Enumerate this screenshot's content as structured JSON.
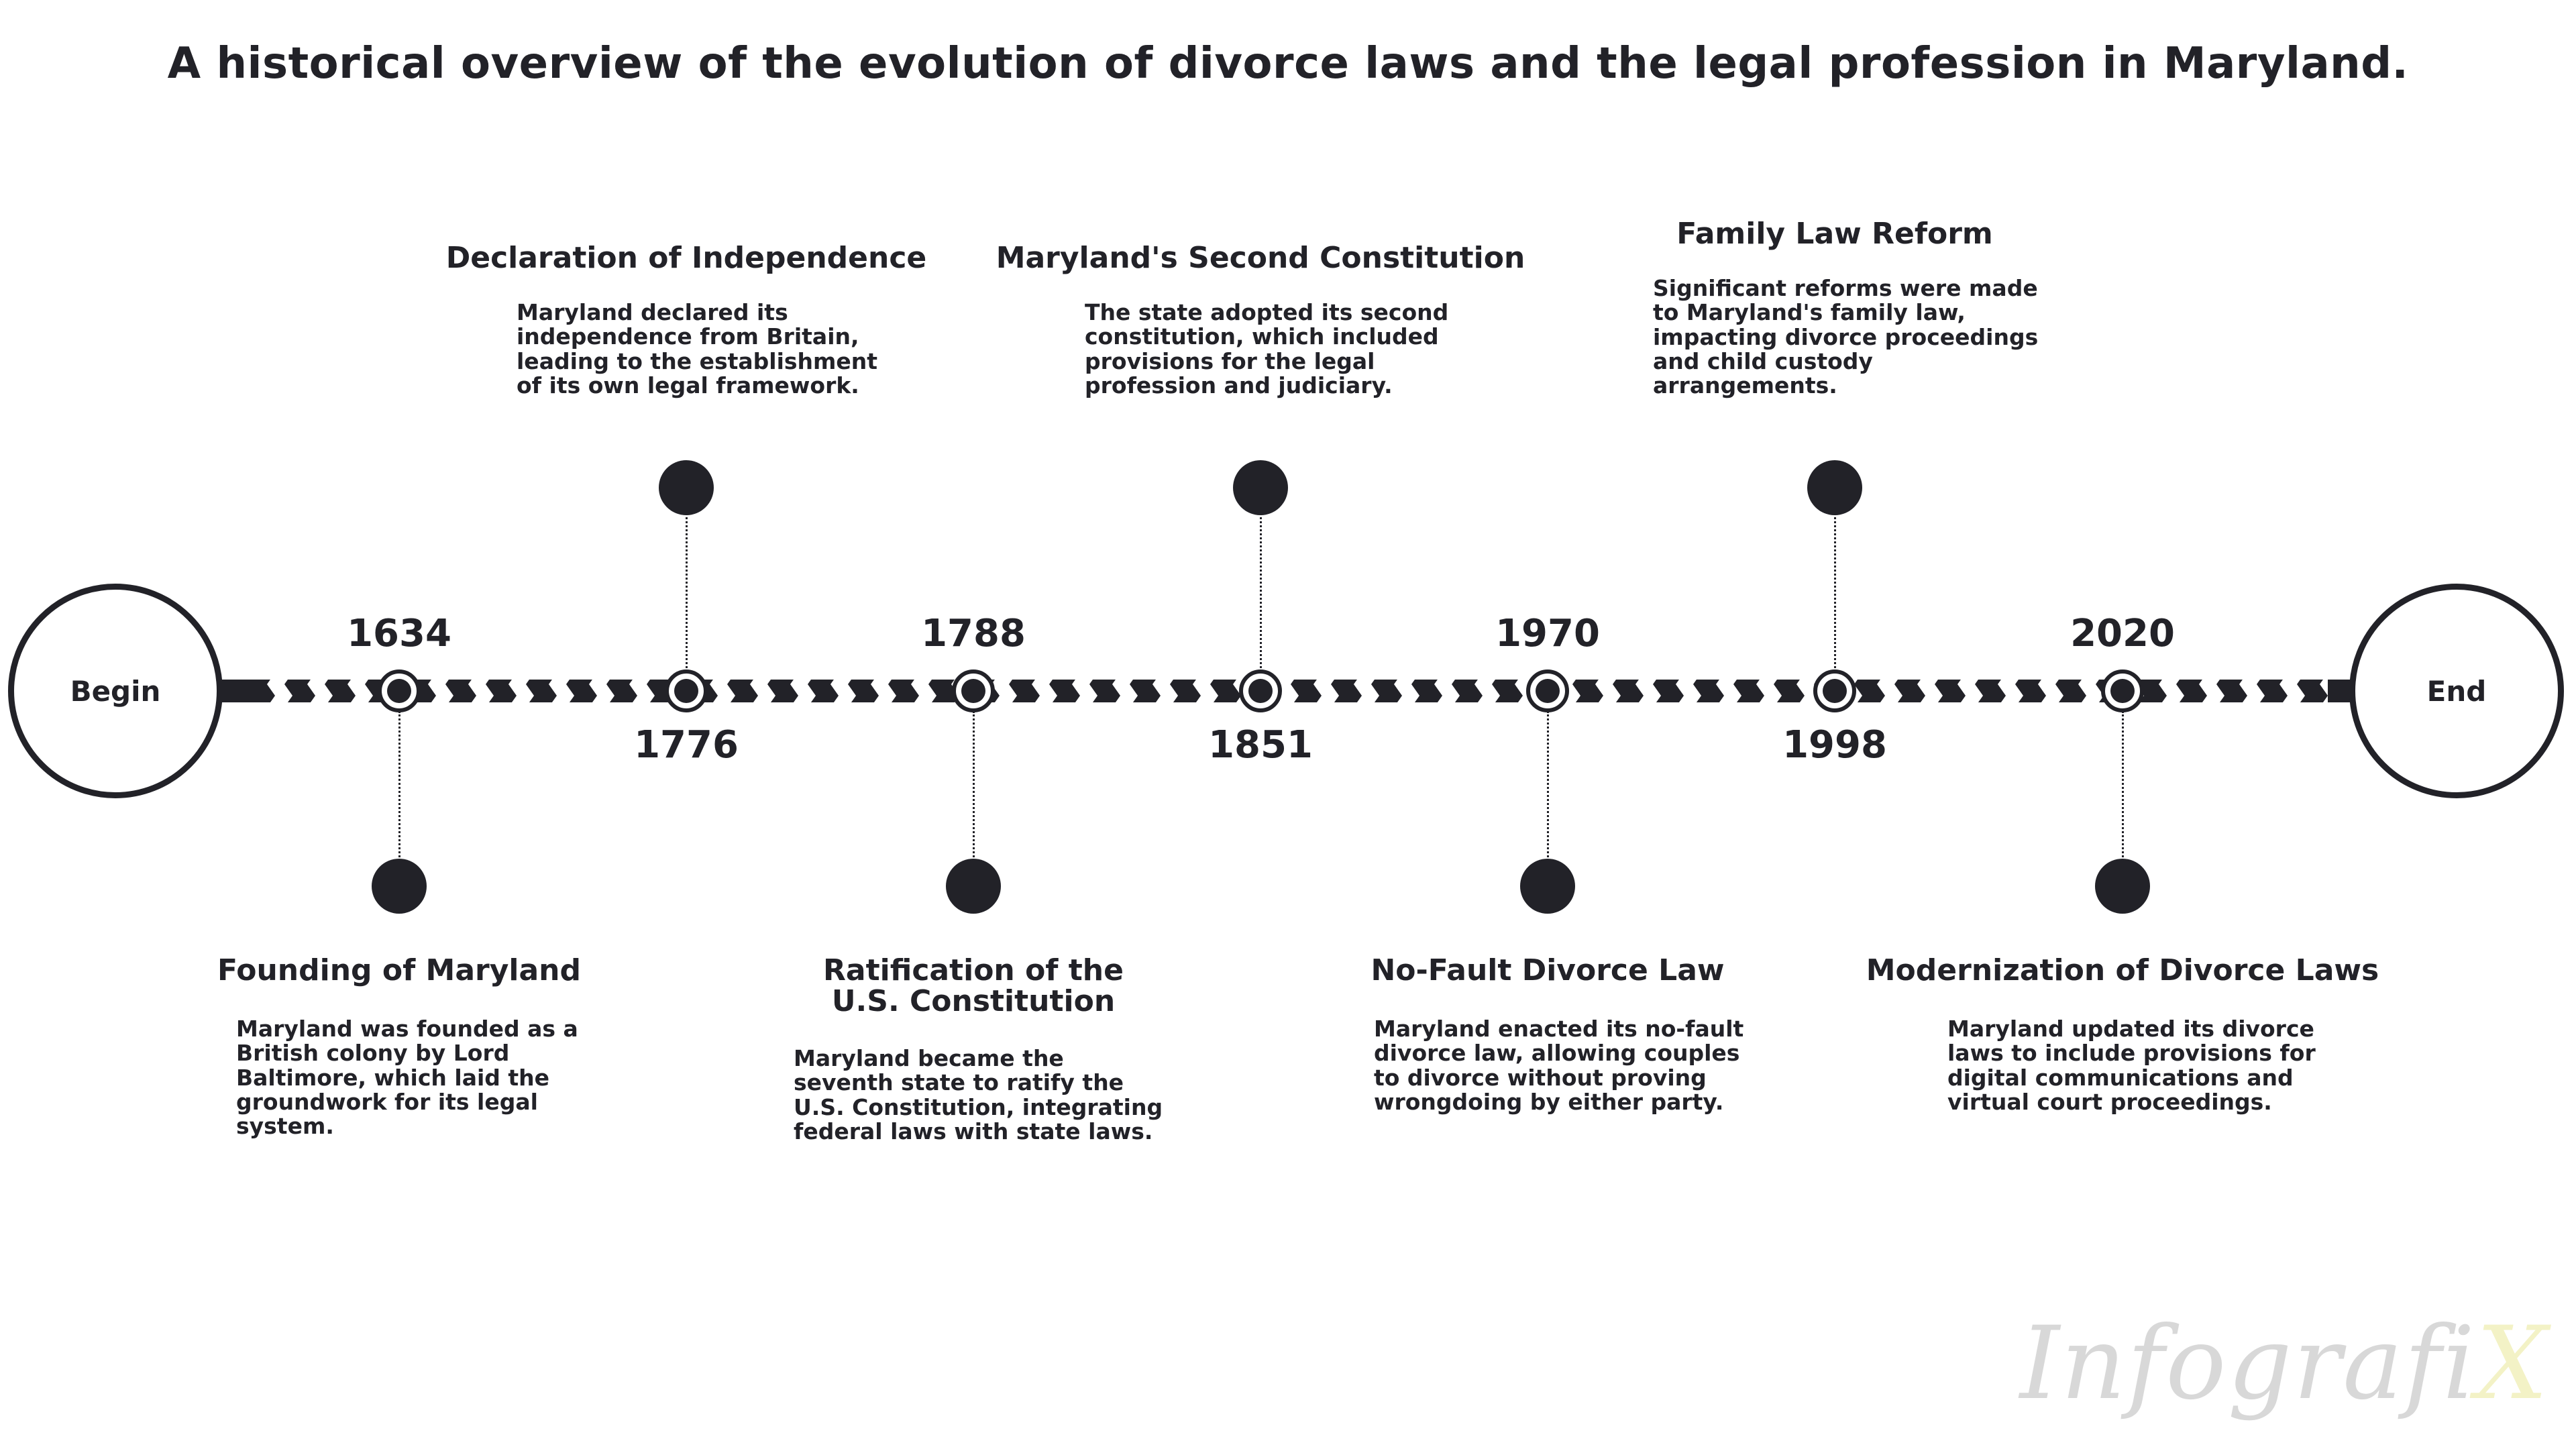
{
  "title": "A historical overview of the evolution of divorce laws and the legal profession in Maryland.",
  "timeline": {
    "start_label": "Begin",
    "end_label": "End",
    "events": [
      {
        "year": "1634",
        "title": "Founding of Maryland",
        "description": "Maryland was founded as a British colony by Lord Baltimore, which laid the groundwork for its legal system."
      },
      {
        "year": "1776",
        "title": "Declaration of Independence",
        "description": "Maryland declared its independence from Britain, leading to the establishment of its own legal framework."
      },
      {
        "year": "1788",
        "title": "Ratification of the U.S. Constitution",
        "description": "Maryland became the seventh state to ratify the U.S. Constitution, integrating federal laws with state laws."
      },
      {
        "year": "1851",
        "title": "Maryland's Second Constitution",
        "description": "The state adopted its second constitution, which included provisions for the legal profession and judiciary."
      },
      {
        "year": "1970",
        "title": "No-Fault Divorce Law",
        "description": "Maryland enacted its no-fault divorce law, allowing couples to divorce without proving wrongdoing by either party."
      },
      {
        "year": "1998",
        "title": "Family Law Reform",
        "description": "Significant reforms were made to Maryland's family law, impacting divorce proceedings and child custody arrangements."
      },
      {
        "year": "2020",
        "title": "Modernization of Divorce Laws",
        "description": "Maryland updated its divorce laws to include provisions for digital communications and virtual court proceedings."
      }
    ]
  },
  "watermark": {
    "main": "Infografi",
    "accent": "X"
  },
  "colors": {
    "primary": "#222228",
    "background": "#ffffff",
    "watermark": "#d8d8d8",
    "watermark_accent": "#f3f2c6"
  }
}
